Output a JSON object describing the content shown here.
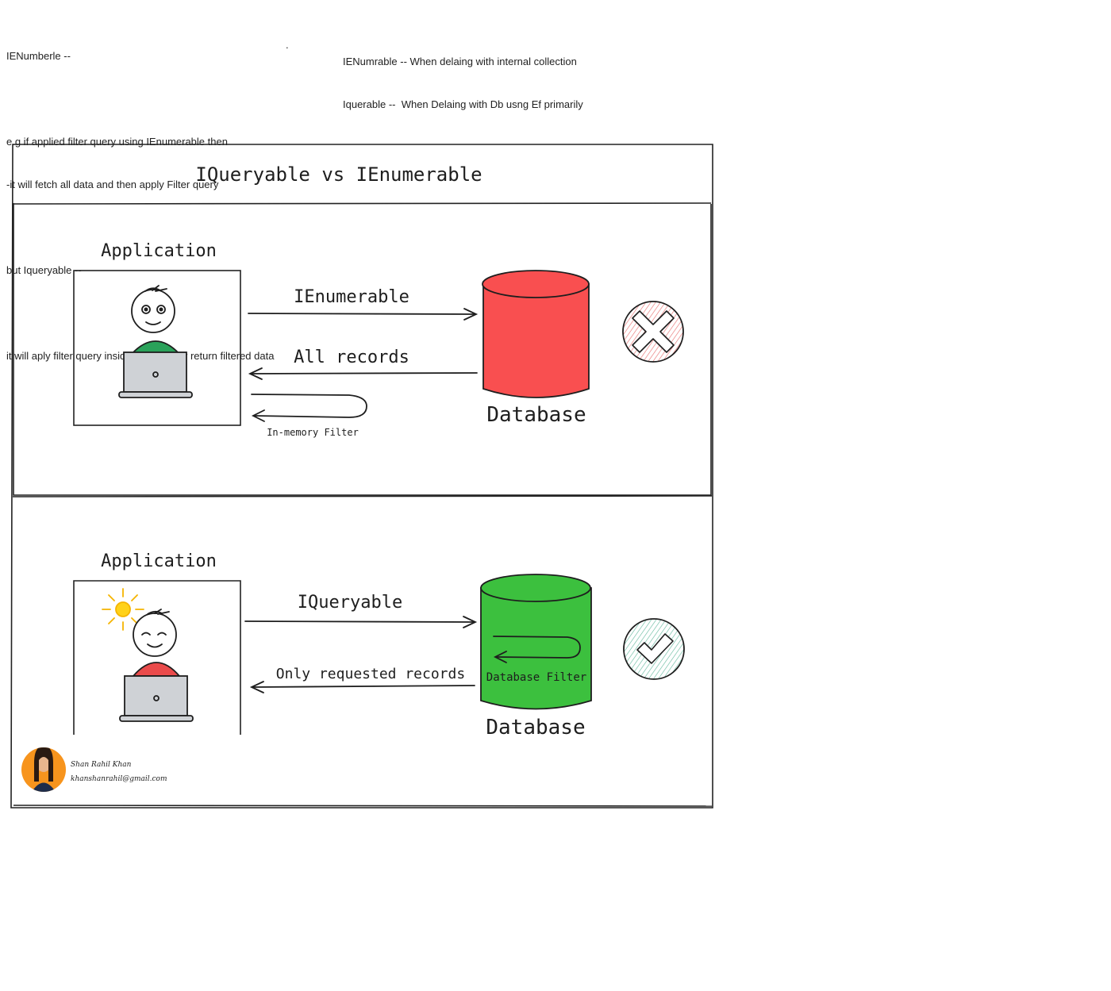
{
  "notes": {
    "left": [
      "IENumberle --",
      "",
      "e.g if applied filter query using IEnumerable then",
      "-it will fetch all data and then apply Filter query",
      "",
      "but Iqueryable --",
      "",
      "it will aply filter query inside db and only return filtered data"
    ],
    "right": [
      "IENumrable -- When delaing with internal collection",
      "Iquerable --  When Delaing with Db usng Ef primarily"
    ],
    "dot": "."
  },
  "diagram": {
    "title": "IQueryable vs IEnumerable",
    "top_panel": {
      "app_label": "Application",
      "arrow_request_label": "IEnumerable",
      "arrow_response_label": "All records",
      "loop_label": "In-memory Filter",
      "db_label": "Database",
      "db_color": "#f94f50",
      "status_icon": "cross-icon",
      "person_shirt": "#2aa25a"
    },
    "bottom_panel": {
      "app_label": "Application",
      "arrow_request_label": "IQueryable",
      "arrow_response_label": "Only requested records",
      "loop_label": "Database Filter",
      "db_label": "Database",
      "db_color": "#3cc03e",
      "status_icon": "check-icon",
      "person_shirt": "#ea4b4b"
    },
    "author": {
      "name": "Shan Rahil Khan",
      "email": "khanshanrahil@gmail.com"
    }
  }
}
